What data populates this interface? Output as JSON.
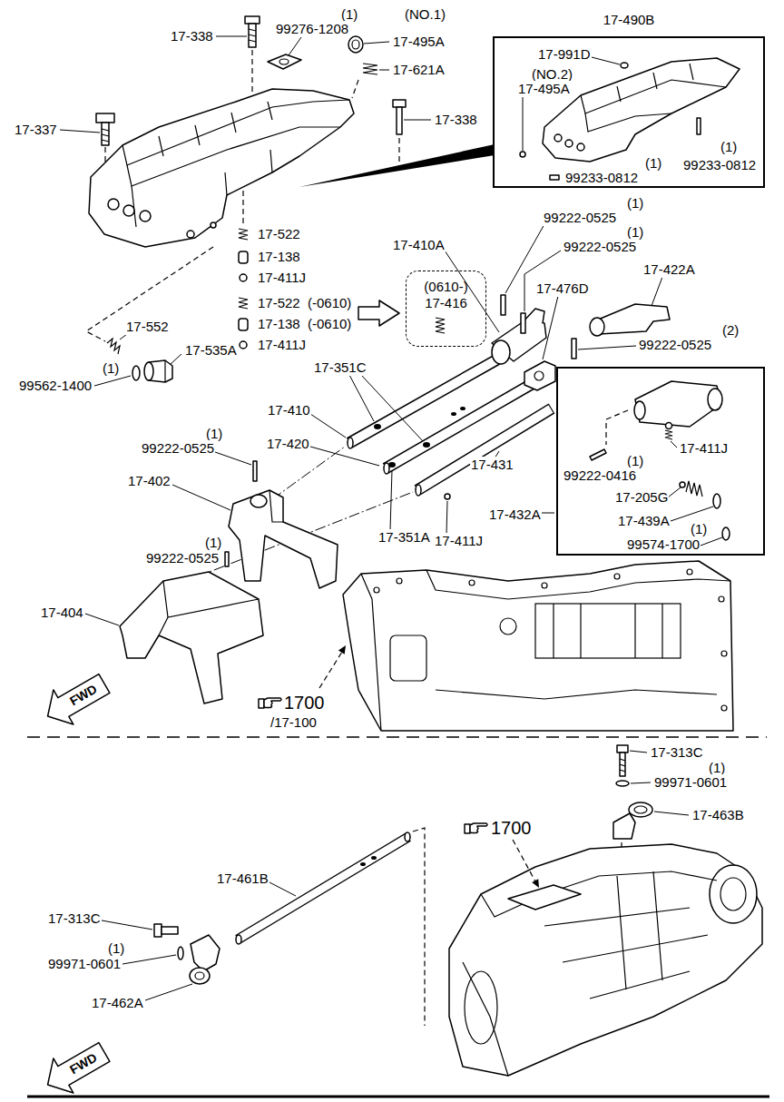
{
  "diagram": {
    "nodes": [
      {
        "text": [
          "17-490B"
        ]
      },
      {
        "text": [
          "(0610-)",
          "17-416"
        ]
      },
      {
        "text": [
          "17-432A"
        ]
      }
    ],
    "labels": [
      "17-338",
      "(1)",
      "99276-1208",
      "(NO.1)",
      "17-495A",
      "17-621A",
      "17-337",
      "17-338",
      "17-991D",
      "(NO.2)",
      "17-495A",
      "(1)",
      "99233-0812",
      "(1)",
      "99233-0812",
      "17-522",
      "17-138",
      "17-411J",
      "17-522",
      "(-0610)",
      "17-138",
      "(-0610)",
      "17-411J",
      "17-552",
      "(1)",
      "99562-1400",
      "17-535A",
      "(1)",
      "99222-0525",
      "17-410A",
      "(1)",
      "99222-0525",
      "17-422A",
      "17-476D",
      "(2)",
      "99222-0525",
      "17-351C",
      "17-410",
      "(1)",
      "99222-0525",
      "17-420",
      "17-402",
      "17-431",
      "17-411J",
      "(1)",
      "99222-0416",
      "17-205G",
      "17-351A",
      "17-411J",
      "17-439A",
      "(1)",
      "99574-1700",
      "(1)",
      "99222-0525",
      "17-404",
      "FWD",
      "1700",
      "/17-100",
      "17-313C",
      "(1)",
      "99971-0601",
      "17-463B",
      "1700",
      "17-461B",
      "17-313C",
      "(1)",
      "99971-0601",
      "17-462A",
      "FWD"
    ]
  }
}
